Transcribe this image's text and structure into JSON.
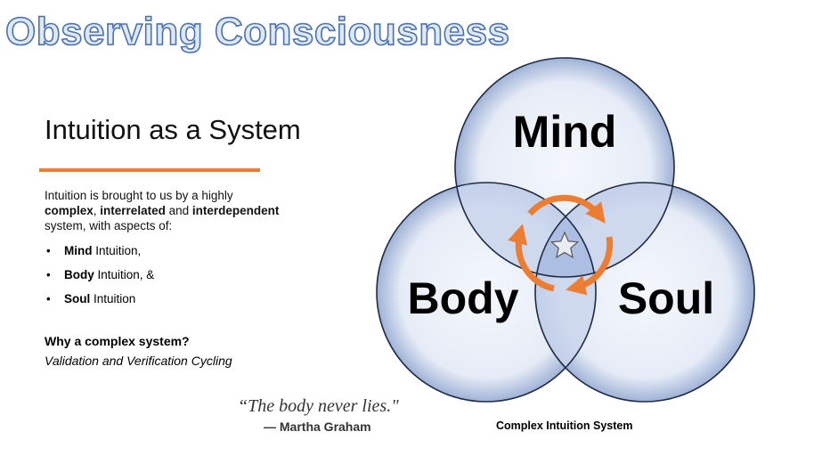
{
  "header": {
    "title": "Observing Consciousness"
  },
  "content": {
    "subtitle": "Intuition as a System",
    "intro": {
      "p1": "Intuition is brought to us by a highly",
      "complex": "complex",
      "comma": ", ",
      "interrelated": "interrelated",
      "and": " and ",
      "interdependent": "interdependent",
      "p2": "system, with aspects of:"
    },
    "bullets": [
      {
        "bold": "Mind",
        "rest": " Intuition,"
      },
      {
        "bold": "Body",
        "rest": " Intuition, &"
      },
      {
        "bold": "Soul",
        "rest": " Intuition"
      }
    ],
    "why_title": "Why a complex system?",
    "why_text": "Validation and Verification Cycling",
    "quote": "“The body never lies.\"",
    "author": "— Martha Graham"
  },
  "diagram": {
    "labels": {
      "mind": "Mind",
      "body": "Body",
      "soul": "Soul"
    },
    "caption": "Complex Intuition System",
    "colors": {
      "circle_fill": "#e8eef8",
      "circle_stroke": "#1f2a44",
      "overlap": "#c5d2ec",
      "cycle": "#ed7d31"
    }
  }
}
